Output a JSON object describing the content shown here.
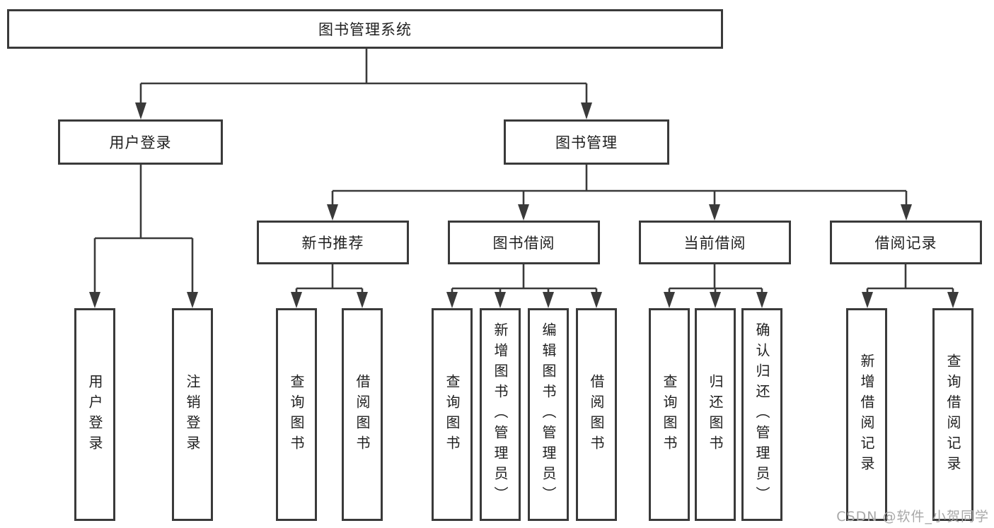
{
  "diagram": {
    "title": "图书管理系统",
    "level2": {
      "user_login": "用户登录",
      "book_mgmt": "图书管理"
    },
    "level3": {
      "new_book_rec": "新书推荐",
      "book_borrow": "图书借阅",
      "current_borrow": "当前借阅",
      "borrow_records": "借阅记录"
    },
    "leaves": {
      "login": "用户登录",
      "logout": "注销登录",
      "rec_query_book": "查询图书",
      "rec_borrow_book": "借阅图书",
      "bb_query_book": "查询图书",
      "bb_add_book": "新增图书（管理员）",
      "bb_edit_book": "编辑图书（管理员）",
      "bb_borrow_book": "借阅图书",
      "cb_query_book": "查询图书",
      "cb_return_book": "归还图书",
      "cb_confirm_return": "确认归还（管理员）",
      "br_add_record": "新增借阅记录",
      "br_query_record": "查询借阅记录"
    }
  },
  "watermark": "CSDN @软件_小贺同学",
  "colors": {
    "line": "#3a3a3a",
    "text": "#1f1f1f",
    "watermark": "#a8a8a8",
    "background": "#ffffff"
  }
}
